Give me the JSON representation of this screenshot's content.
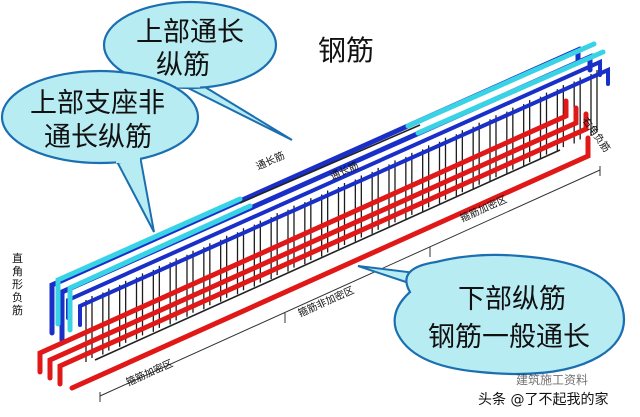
{
  "callouts": {
    "top_through": [
      "上部通长",
      "纵筋"
    ],
    "support_non_through": [
      "上部支座非",
      "通长纵筋"
    ],
    "bottom": [
      "下部纵筋",
      "钢筋一般通长"
    ]
  },
  "title": "钢筋",
  "labels": {
    "through_bar_1": "通长筋",
    "through_bar_2": "通长筋",
    "stirrup_dense_right": "箍筋加密区",
    "stirrup_non_dense": "箍筋非加密区",
    "stirrup_dense_left": "箍筋加密区",
    "right_angle_neg": "直角形负筋",
    "right_end": "右角负筋"
  },
  "watermark": {
    "main": "头条 @了不起我的家",
    "top": "建筑施工资料"
  },
  "colors": {
    "top_bar": "#1a2fc8",
    "support_bar": "#39d3e6",
    "bottom_bar": "#e01818",
    "stirrup": "#1c1c1c",
    "callout_fill": "#b8ecf3",
    "callout_stroke": "#1b6fb0"
  }
}
